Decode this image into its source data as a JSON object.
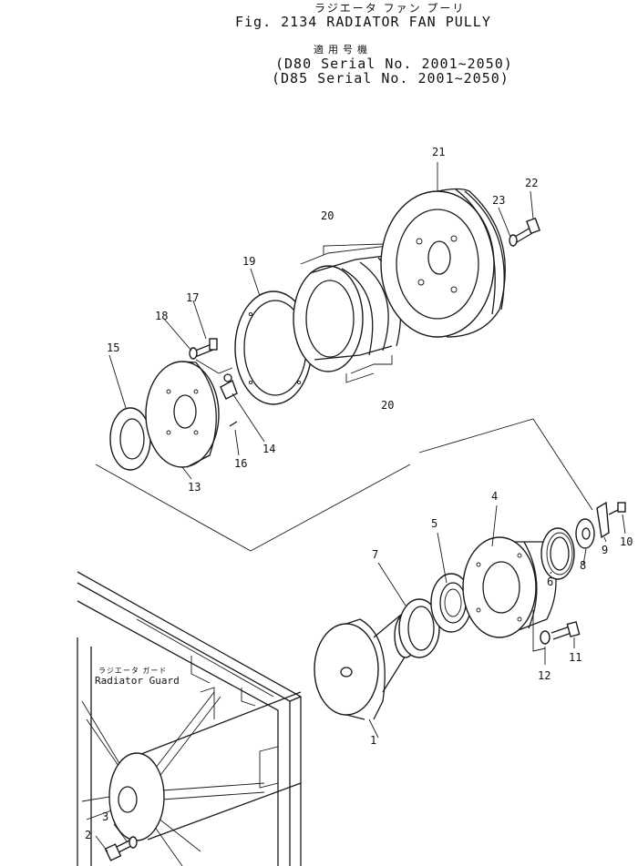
{
  "header": {
    "jp_title": "ラジエータ ファン プーリ",
    "fig_title": "Fig. 2134 RADIATOR FAN PULLY",
    "serial_jp": "適用号機",
    "serials": [
      "(D80 Serial No. 2001~2050)",
      "(D85 Serial No. 2001~2050)"
    ]
  },
  "labels": {
    "guard_jp": "ラジエータ ガード",
    "guard": "Radiator Guard"
  },
  "callouts": [
    "1",
    "2",
    "3",
    "4",
    "5",
    "6",
    "7",
    "8",
    "9",
    "10",
    "11",
    "12",
    "13",
    "14",
    "15",
    "16",
    "17",
    "18",
    "19",
    "20",
    "20",
    "21",
    "22",
    "23"
  ]
}
